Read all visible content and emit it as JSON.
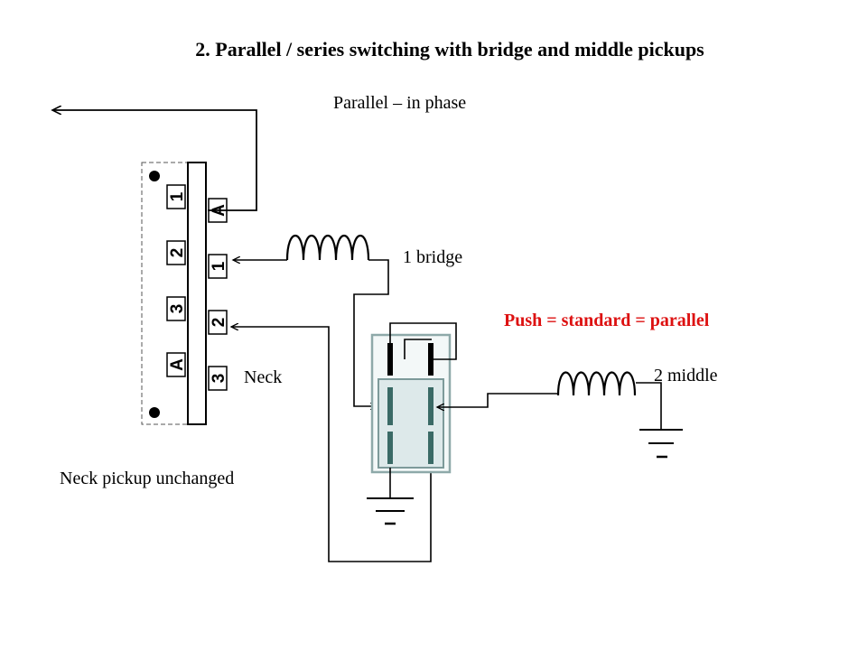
{
  "title": "2. Parallel / series switching  with bridge and middle  pickups",
  "labels": {
    "parallel": "Parallel – in phase",
    "bridge": "1 bridge",
    "push": "Push = standard = parallel",
    "neck": "Neck",
    "middle": "2 middle",
    "neck_unchanged": "Neck pickup unchanged"
  },
  "switch_terminals": {
    "left_column": [
      "1",
      "2",
      "3",
      "A"
    ],
    "right_column": [
      "A",
      "1",
      "2",
      "3"
    ]
  },
  "colors": {
    "push_label": "#dd1111",
    "switch_body": "#dde9ea",
    "switch_border": "#7d9a9a",
    "switch_contact": "#3a6a66"
  },
  "icons": [
    "arrow-left-icon",
    "coil-icon",
    "ground-icon",
    "push-pull-switch-icon"
  ]
}
